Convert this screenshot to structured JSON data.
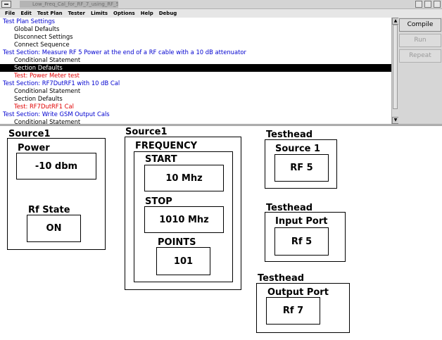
{
  "window": {
    "title": "Low_Freq_Cal_for_RF_7_using_RF_5"
  },
  "menu": [
    "File",
    "Edit",
    "Test Plan",
    "Tester",
    "Limits",
    "Options",
    "Help",
    "Debug"
  ],
  "tree": [
    {
      "text": "Test Plan Settings",
      "style": "sec",
      "indent": 0
    },
    {
      "text": "Global Defaults",
      "style": "",
      "indent": 1
    },
    {
      "text": "Disconnect Settings",
      "style": "",
      "indent": 1
    },
    {
      "text": "Connect Sequence",
      "style": "",
      "indent": 1
    },
    {
      "text": "Test Section: Measure RF 5 Power at the end of a RF cable with a 10 dB attenuator",
      "style": "sec",
      "indent": 0
    },
    {
      "text": "Conditional Statement",
      "style": "",
      "indent": 1
    },
    {
      "text": "Section Defaults",
      "style": "sel",
      "indent": 1
    },
    {
      "text": "Test: Power Meter test",
      "style": "red",
      "indent": 1
    },
    {
      "text": "Test Section: RF7DutRF1 with 10 dB Cal",
      "style": "sec",
      "indent": 0
    },
    {
      "text": "Conditional Statement",
      "style": "",
      "indent": 1
    },
    {
      "text": "Section Defaults",
      "style": "",
      "indent": 1
    },
    {
      "text": "Test: RF7DutRF1 Cal",
      "style": "red",
      "indent": 1
    },
    {
      "text": "Test Section: Write GSM Output Cals",
      "style": "sec",
      "indent": 0
    },
    {
      "text": "Conditional Statement",
      "style": "",
      "indent": 1
    }
  ],
  "buttons": {
    "compile": "Compile",
    "run": "Run",
    "repeat": "Repeat"
  },
  "source1_left": {
    "title": "Source1",
    "power_label": "Power",
    "power_value": "-10  dbm",
    "rf_state_label": "Rf State",
    "rf_state_value": "ON"
  },
  "source1_freq": {
    "title": "Source1",
    "frequency_label": "FREQUENCY",
    "start_label": "START",
    "start_value": "10  Mhz",
    "stop_label": "STOP",
    "stop_value": "1010 Mhz",
    "points_label": "POINTS",
    "points_value": "101"
  },
  "testhead_source": {
    "title": "Testhead",
    "label": "Source 1",
    "value": "RF 5"
  },
  "testhead_input": {
    "title": "Testhead",
    "label": "Input Port",
    "value": "Rf 5"
  },
  "testhead_output": {
    "title": "Testhead",
    "label": "Output Port",
    "value": "Rf 7"
  }
}
